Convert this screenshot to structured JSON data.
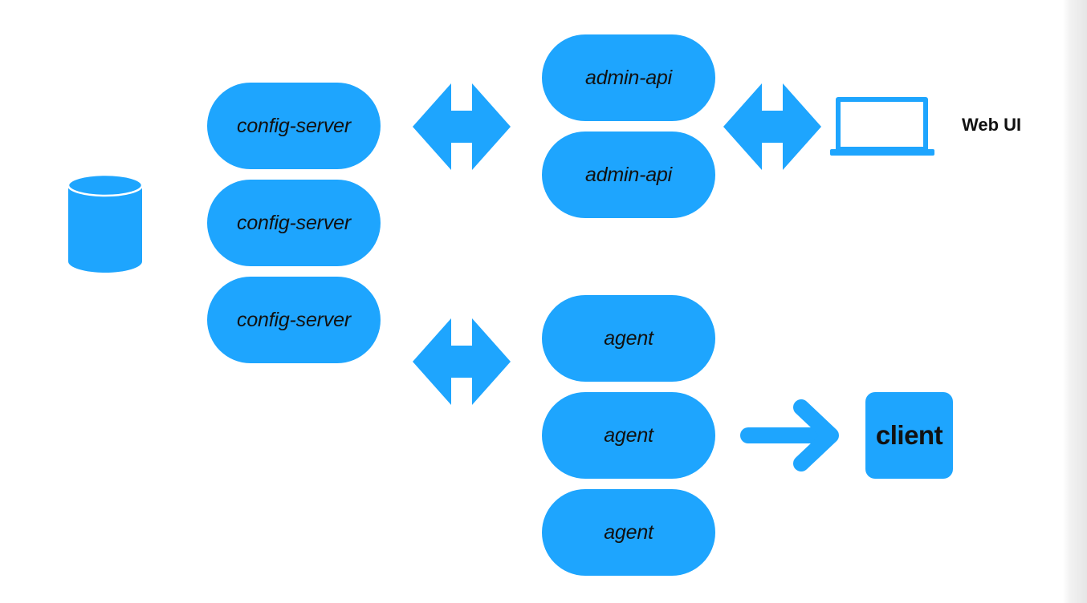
{
  "colors": {
    "accent": "#1ea5fe",
    "text": "#111111"
  },
  "nodes": {
    "database": {
      "icon": "database-icon"
    },
    "config_servers": [
      "config-server",
      "config-server",
      "config-server"
    ],
    "admin_apis": [
      "admin-api",
      "admin-api"
    ],
    "agents": [
      "agent",
      "agent",
      "agent"
    ],
    "web_ui": {
      "icon": "laptop-icon",
      "label": "Web UI"
    },
    "client": {
      "label": "client"
    }
  },
  "connectors": [
    {
      "from": "config-server",
      "to": "admin-api",
      "icon": "double-arrow-icon"
    },
    {
      "from": "admin-api",
      "to": "Web UI",
      "icon": "double-arrow-icon"
    },
    {
      "from": "config-server",
      "to": "agent",
      "icon": "double-arrow-icon"
    },
    {
      "from": "agent",
      "to": "client",
      "icon": "right-arrow-icon"
    }
  ]
}
